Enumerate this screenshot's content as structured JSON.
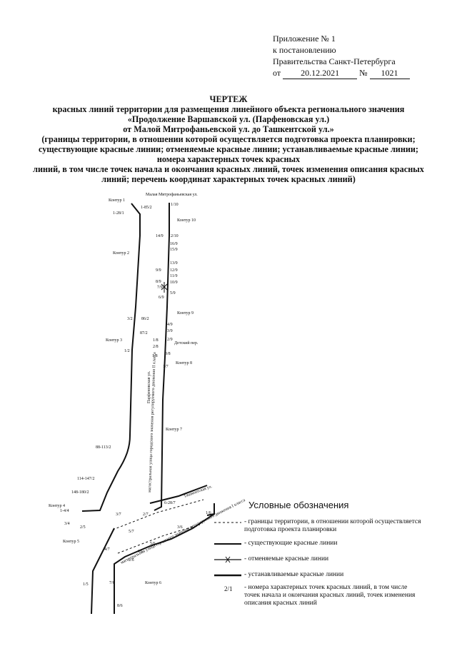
{
  "appendix": {
    "line1": "Приложение № 1",
    "line2": "к постановлению",
    "line3": "Правительства Санкт-Петербурга",
    "date_prefix": "от",
    "date": "20.12.2021",
    "num_prefix": "№",
    "number": "1021"
  },
  "title": {
    "heading": "ЧЕРТЕЖ",
    "line1": "красных линий территории для размещения линейного объекта регионального значения",
    "line2": "«Продолжение Варшавской ул. (Парфеновская ул.)",
    "line3": "от Малой Митрофаньевской ул. до Ташкентской ул.»",
    "line4": "(границы территории, в отношении которой осуществляется подготовка проекта планировки;",
    "line5": "существующие красные линии; отменяемые красные линии; устанавливаемые красные линии;",
    "line6": "номера характерных точек красных",
    "line7": "линий, в том числе точек начала и окончания красных линий, точек изменения описания красных",
    "line8": "линий; перечень координат характерных точек красных линий)"
  },
  "drawing": {
    "street_labels": {
      "mitrofanievskaya": "Малая Митрофаньевская ул.",
      "parfenovskaya": "Парфеновская ул.",
      "detsky": "Детский пер.",
      "tashkentskaya": "Ташкентская ул.",
      "magistral": "магистральная улица городского значения регулируемого движения II класса",
      "magistral2": "магистральная улица городского значения регулируемого движения I класса"
    },
    "contours": [
      "Контур 1",
      "Контур 2",
      "Контур 3",
      "Контур 4",
      "Контур 5",
      "Контур 6",
      "Контур 7",
      "Контур 8",
      "Контур 9",
      "Контур 10"
    ],
    "points": [
      "1-28/1",
      "1-85/2",
      "1/10",
      "14/9",
      "2/10",
      "16/9",
      "15/9",
      "13/9",
      "9/9",
      "12/9",
      "11/9",
      "8/9",
      "10/9",
      "7/9",
      "6/9",
      "5/9",
      "3/2",
      "86/2",
      "87/2",
      "1/2",
      "4/9",
      "3/9",
      "2/9",
      "1/8",
      "2/8",
      "3/8",
      "1/8",
      "1/7",
      "88-113/2",
      "114-147/2",
      "148-180/2",
      "1-4/4",
      "3/4",
      "2/5",
      "3/7",
      "2/7",
      "6-28/7",
      "1/6",
      "5/7",
      "4/7",
      "3/6",
      "5/6",
      "4/6",
      "1/5",
      "7/6",
      "8/6",
      "2/6"
    ]
  },
  "legend": {
    "title": "Условные обозначения",
    "items": [
      {
        "symbol": "",
        "text": "- границы территории, в отношении которой осуществляется подготовка проекта планировки"
      },
      {
        "symbol": "",
        "text": "- существующие красные линии"
      },
      {
        "symbol": "",
        "text": "- отменяемые красные линии"
      },
      {
        "symbol": "",
        "text": "- устанавливаемые красные линии"
      },
      {
        "symbol": "2/1",
        "text": "- номера характерных точек красных линий, в том числе точек начала и окончания красных линий, точек изменения описания красных линий"
      }
    ]
  }
}
